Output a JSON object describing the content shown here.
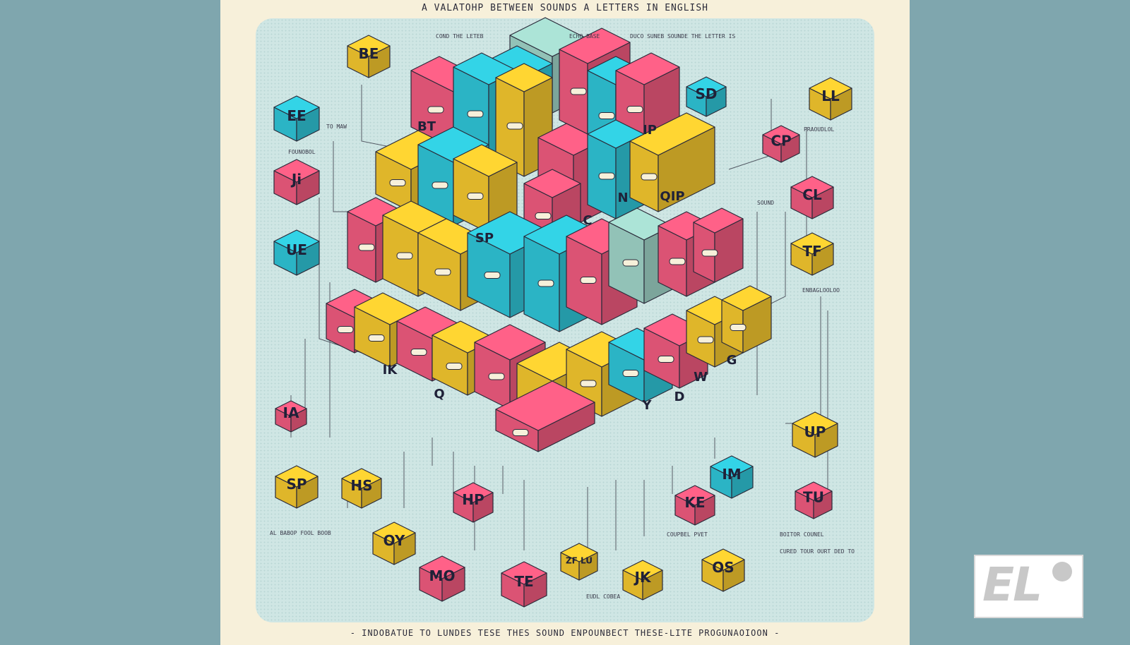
{
  "poster": {
    "title_top": "A VALATOHP BETWEEN SOUNDS A LETTERS IN ENGLISH",
    "title_bottom": "- INDOBATUE TO LUNDES TESE THES SOUND ENPOUNBECT THESE-LITE PROGUNAOIOON -"
  },
  "cubes_left": [
    {
      "label": "BE",
      "color": "#f2c62e"
    },
    {
      "label": "EE",
      "color": "#2fc4d6"
    },
    {
      "label": "Ji",
      "color": "#ee5a7e"
    },
    {
      "label": "UE",
      "color": "#2fc4d6"
    },
    {
      "label": "IA",
      "color": "#ee5a7e"
    },
    {
      "label": "SP",
      "color": "#f2c62e"
    }
  ],
  "cubes_right": [
    {
      "label": "SD",
      "color": "#2fc4d6"
    },
    {
      "label": "LL",
      "color": "#f2c62e"
    },
    {
      "label": "CP",
      "color": "#ee5a7e"
    },
    {
      "label": "CL",
      "color": "#ee5a7e"
    },
    {
      "label": "TF",
      "color": "#f2c62e"
    },
    {
      "label": "UP",
      "color": "#f2c62e"
    },
    {
      "label": "TU",
      "color": "#ee5a7e"
    }
  ],
  "cubes_bottom": [
    {
      "label": "HS",
      "color": "#f2c62e"
    },
    {
      "label": "OY",
      "color": "#f2c62e"
    },
    {
      "label": "MO",
      "color": "#ee5a7e"
    },
    {
      "label": "HP",
      "color": "#ee5a7e"
    },
    {
      "label": "TE",
      "color": "#ee5a7e"
    },
    {
      "label": "ZF LU",
      "color": "#f2c62e"
    },
    {
      "label": "JK",
      "color": "#f2c62e"
    },
    {
      "label": "KE",
      "color": "#ee5a7e"
    },
    {
      "label": "IM",
      "color": "#2fc4d6"
    },
    {
      "label": "OS",
      "color": "#f2c62e"
    }
  ],
  "tower_labels": [
    "BT",
    "SP",
    "IP",
    "C",
    "N",
    "QIP",
    "IK",
    "Q",
    "Y",
    "D",
    "W",
    "G"
  ],
  "captions": {
    "top_left": "COND THE LETEB",
    "top_mid": "ECHO BASE",
    "top_right": "DUCO SUNEB SOUNDE THE LETTER IS",
    "left_1": "TO MAW",
    "left_2": "FOUNOBOL",
    "right_1": "PRAOUDLOL",
    "right_2": "SOUND",
    "bottom_left": "AL BABOP FOOL BOOB",
    "bottom_right": "CURED TOUR OURT DED TO",
    "bottom_mid_1": "COUPBEL PVET",
    "bottom_mid_2": "EUDL COBEA",
    "right_3": "BOITOR COUNEL",
    "right_4": "ENBAGLOOLOO"
  },
  "logo": {
    "text": "EL"
  },
  "colors": {
    "pink": "#ee5a7e",
    "yellow": "#f2c62e",
    "cyan": "#2fc4d6",
    "mint": "#9fd3c7",
    "background": "#7fa6ae",
    "paper": "#f7f0da"
  }
}
